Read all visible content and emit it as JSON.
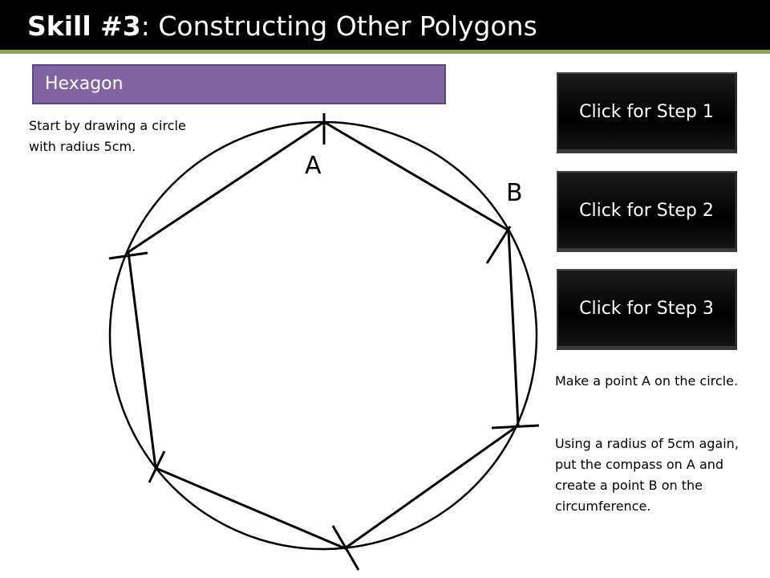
{
  "header": {
    "title_bold": "Skill #3",
    "title_rest": ": Constructing Other Polygons",
    "bar_color": "#000000",
    "accent_color": "#8aa85a"
  },
  "section": {
    "label": "Hexagon",
    "color": "#8064a2"
  },
  "instructions": {
    "start": "Start by drawing a circle with radius 5cm.",
    "point_a": "Make a point A on the circle.",
    "point_b": "Using a radius of 5cm again, put the compass on A and create a point B on the circumference."
  },
  "steps": [
    {
      "label": "Click for Step 1"
    },
    {
      "label": "Click for Step 2"
    },
    {
      "label": "Click for Step 3"
    }
  ],
  "diagram": {
    "point_labels": [
      "A",
      "B"
    ],
    "shape": "hexagon inscribed in circle",
    "stroke_color": "#000000"
  }
}
